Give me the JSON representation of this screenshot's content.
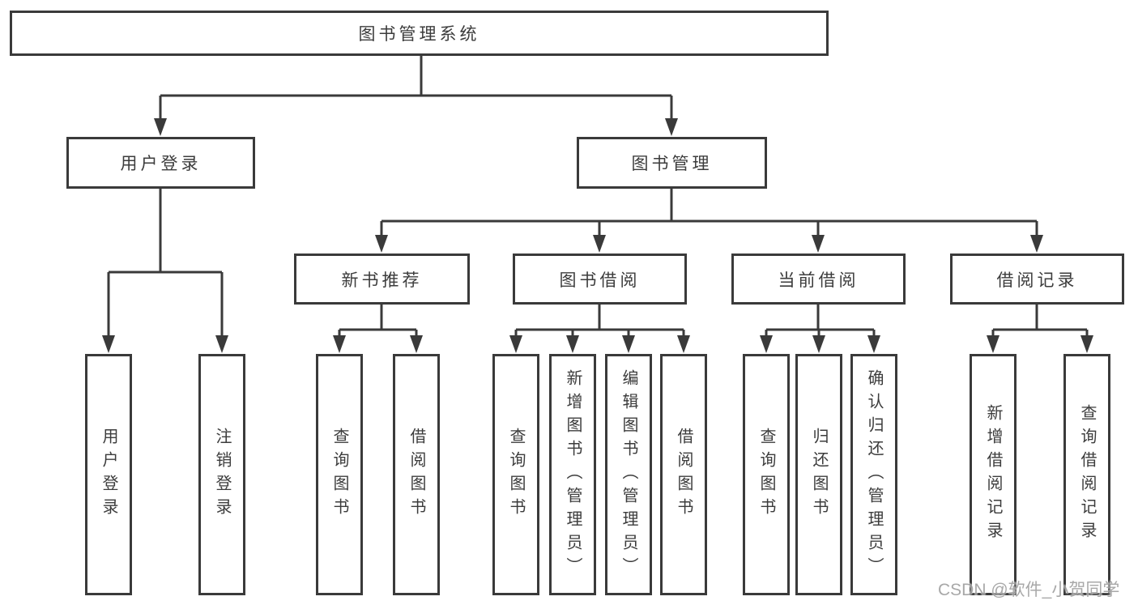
{
  "tree": {
    "root": {
      "label": "图书管理系统"
    },
    "branches": [
      {
        "label": "用户登录",
        "children": [
          {
            "label": "用户登录"
          },
          {
            "label": "注销登录"
          }
        ]
      },
      {
        "label": "图书管理",
        "children": [
          {
            "label": "新书推荐",
            "children": [
              {
                "label": "查询图书"
              },
              {
                "label": "借阅图书"
              }
            ]
          },
          {
            "label": "图书借阅",
            "children": [
              {
                "label": "查询图书"
              },
              {
                "label": "新增图书（管理员）"
              },
              {
                "label": "编辑图书（管理员）"
              },
              {
                "label": "借阅图书"
              }
            ]
          },
          {
            "label": "当前借阅",
            "children": [
              {
                "label": "查询图书"
              },
              {
                "label": "归还图书"
              },
              {
                "label": "确认归还（管理员）"
              }
            ]
          },
          {
            "label": "借阅记录",
            "children": [
              {
                "label": "新增借阅记录"
              },
              {
                "label": "查询借阅记录"
              }
            ]
          }
        ]
      }
    ]
  },
  "watermark": {
    "text": "CSDN @软件_小贺同学"
  },
  "colors": {
    "line": "#3a3a3a",
    "box_border": "#3a3a3a",
    "text": "#3c3c3c",
    "watermark": "#9f9f9f",
    "background": "#ffffff"
  }
}
